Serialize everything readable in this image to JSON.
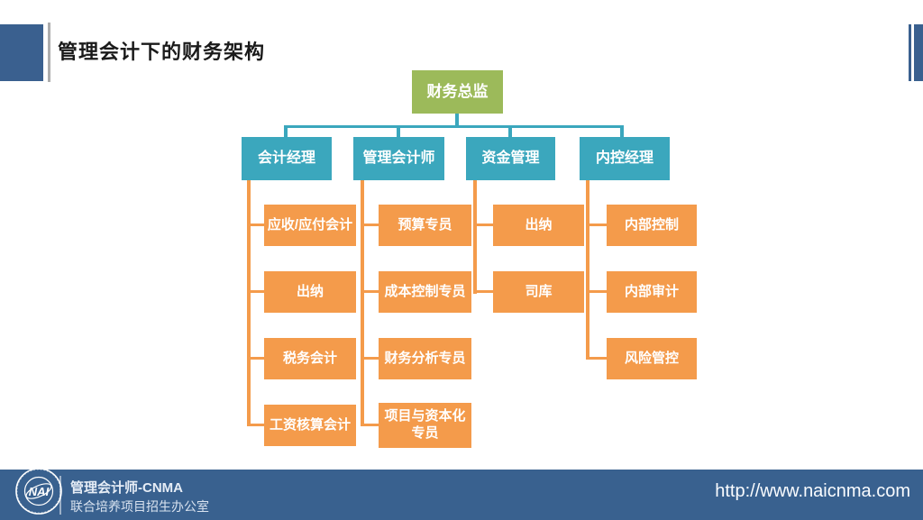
{
  "header": {
    "title": "管理会计下的财务架构"
  },
  "colors": {
    "accent_blue": "#3A608F",
    "footer_blue": "#39618F",
    "node_green": "#9CBA5A",
    "node_teal": "#3BA7BD",
    "node_orange": "#F49B4B",
    "divider_gray": "#ADADAD"
  },
  "org_chart": {
    "type": "org-chart",
    "root": "财务总监",
    "branches": [
      {
        "label": "会计经理",
        "children": [
          "应收/应付会计",
          "出纳",
          "税务会计",
          "工资核算会计"
        ]
      },
      {
        "label": "管理会计师",
        "children": [
          "预算专员",
          "成本控制专员",
          "财务分析专员",
          "项目与资本化专员"
        ]
      },
      {
        "label": "资金管理",
        "children": [
          "出纳",
          "司库"
        ]
      },
      {
        "label": "内控经理",
        "children": [
          "内部控制",
          "内部审计",
          "风险管控"
        ]
      }
    ]
  },
  "footer": {
    "logo_monogram": "NAI",
    "org_line1": "管理会计师-CNMA",
    "org_line2": "联合培养项目招生办公室",
    "url": "http://www.naicnma.com"
  }
}
